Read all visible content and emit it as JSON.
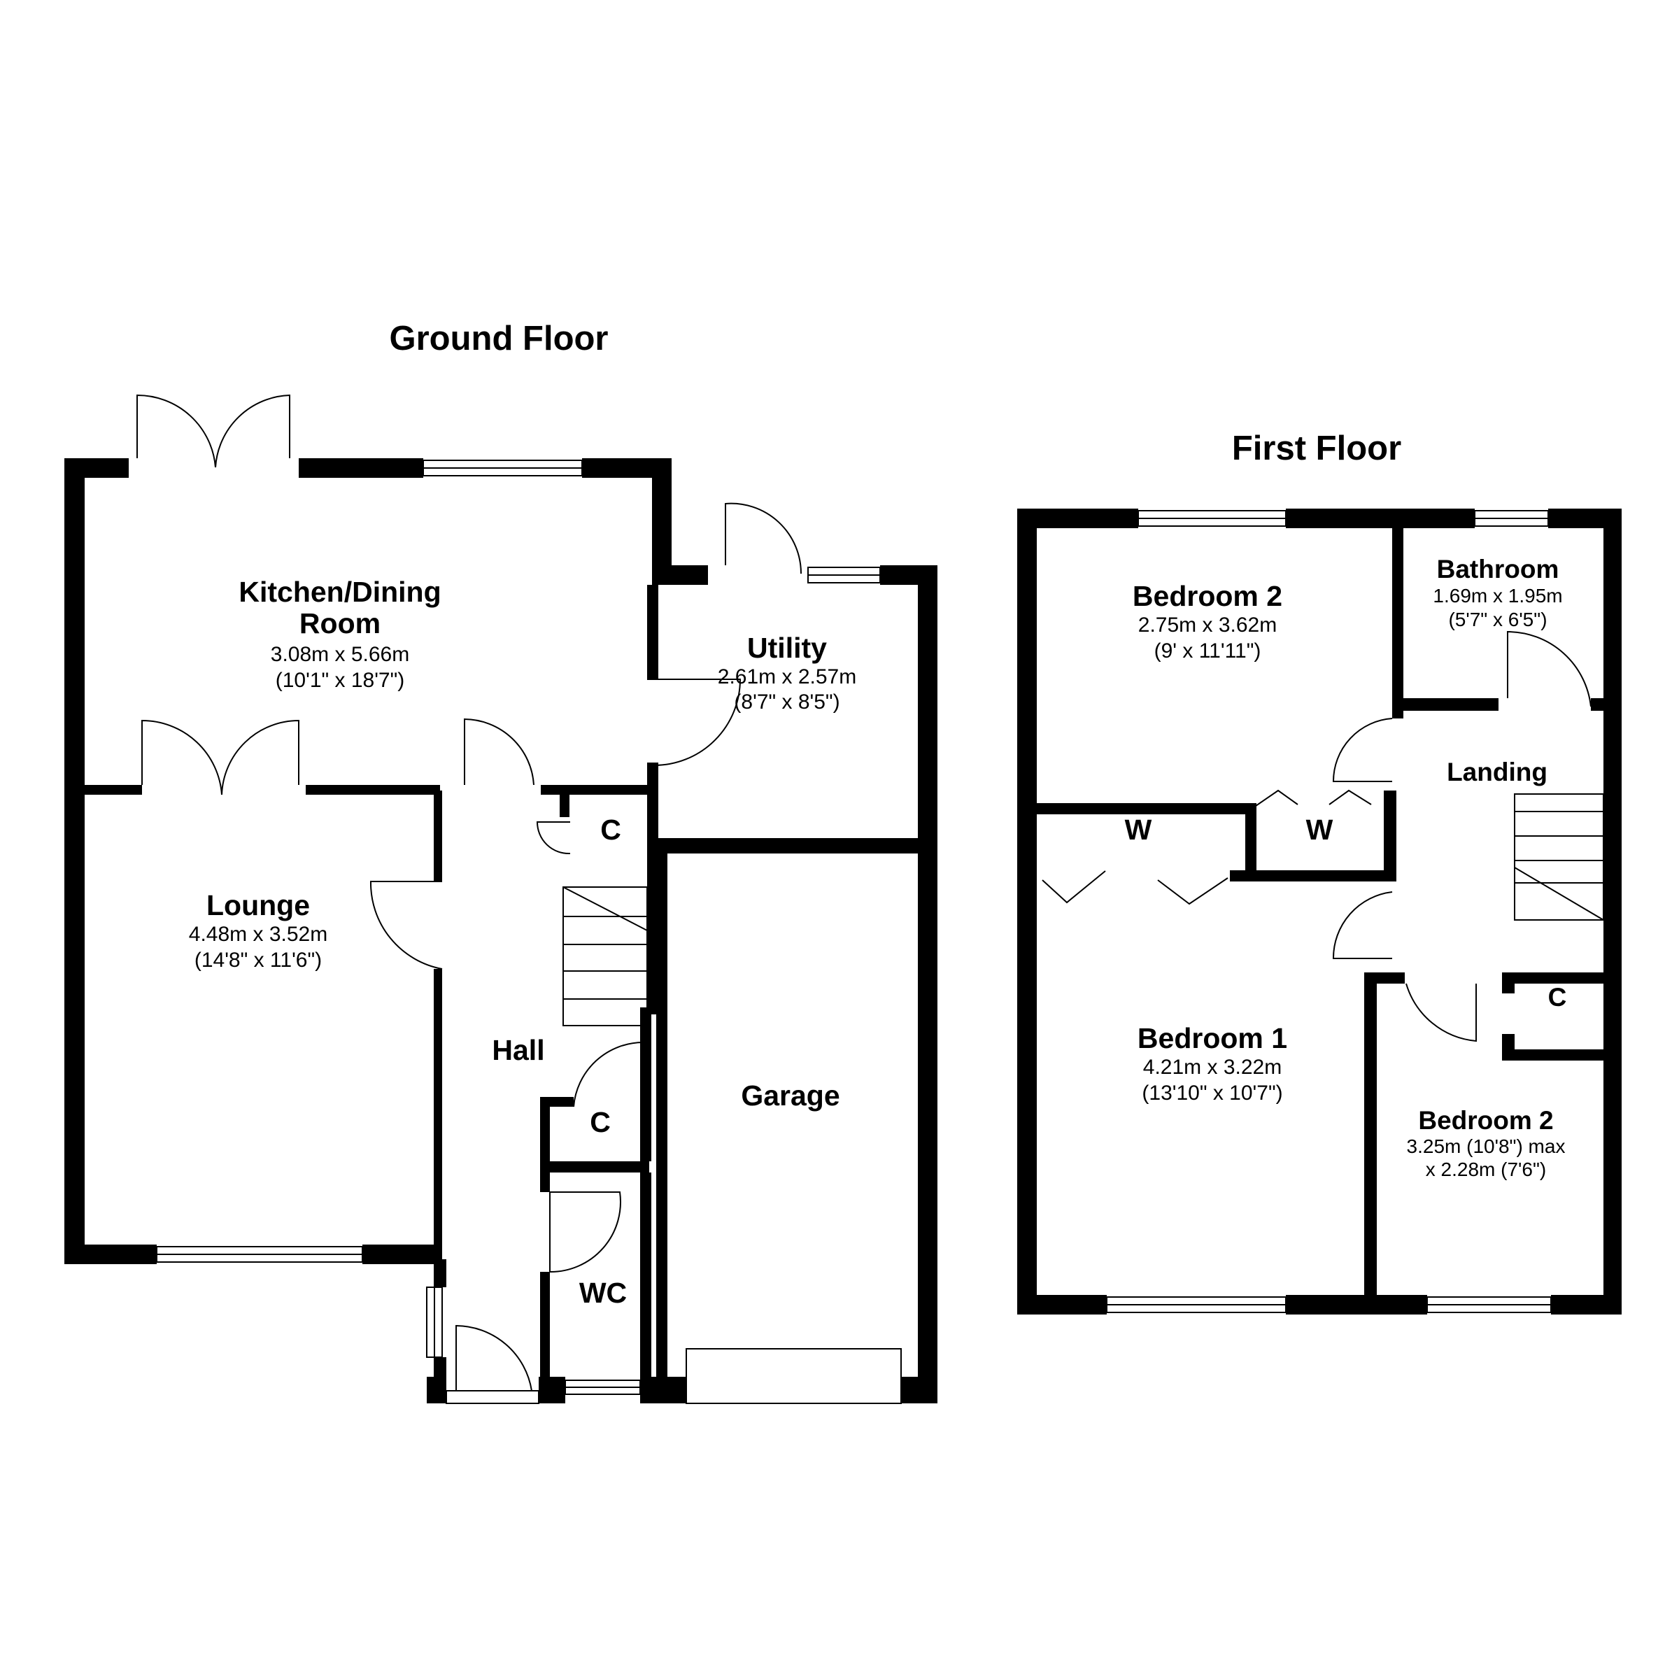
{
  "ground_floor": {
    "title": "Ground Floor",
    "rooms": {
      "kitchen": {
        "name_line1": "Kitchen/Dining",
        "name_line2": "Room",
        "metric": "3.08m x 5.66m",
        "imperial": "(10'1\" x 18'7\")"
      },
      "utility": {
        "name": "Utility",
        "metric": "2.61m x 2.57m",
        "imperial": "(8'7\" x 8'5\")"
      },
      "lounge": {
        "name": "Lounge",
        "metric": "4.48m x 3.52m",
        "imperial": "(14'8\" x 11'6\")"
      },
      "hall": {
        "name": "Hall"
      },
      "cupboard_upper": {
        "name": "C"
      },
      "cupboard_lower": {
        "name": "C"
      },
      "garage": {
        "name": "Garage"
      },
      "wc": {
        "name": "WC"
      }
    }
  },
  "first_floor": {
    "title": "First Floor",
    "rooms": {
      "bedroom2_top": {
        "name": "Bedroom 2",
        "metric": "2.75m x 3.62m",
        "imperial": "(9' x 11'11\")"
      },
      "bathroom": {
        "name": "Bathroom",
        "metric": "1.69m x 1.95m",
        "imperial": "(5'7\" x 6'5\")"
      },
      "landing": {
        "name": "Landing"
      },
      "wardrobe_left": {
        "name": "W"
      },
      "wardrobe_right": {
        "name": "W"
      },
      "bedroom1": {
        "name": "Bedroom 1",
        "metric": "4.21m x 3.22m",
        "imperial": "(13'10\" x 10'7\")"
      },
      "cupboard": {
        "name": "C"
      },
      "bedroom2_bottom": {
        "name": "Bedroom 2",
        "line1": "3.25m (10'8\") max",
        "line2": "x 2.28m (7'6\")"
      }
    }
  }
}
